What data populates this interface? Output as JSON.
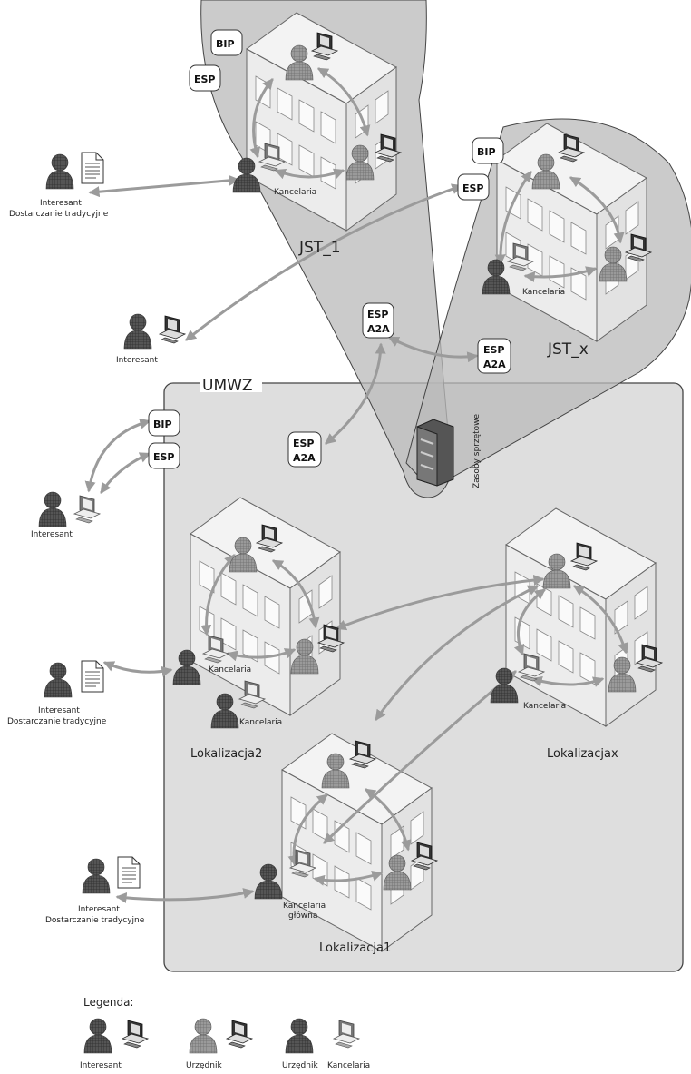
{
  "zones": {
    "jst1": "JST_1",
    "jstx": "JST_x",
    "umwz": "UMWZ"
  },
  "services": {
    "bip": "BIP",
    "esp": "ESP",
    "a2a": "A2A"
  },
  "locations": {
    "lok1": "Lokalizacja1",
    "lok2": "Lokalizacja2",
    "lokx": "Lokalizacjax"
  },
  "labels": {
    "kancelaria": "Kancelaria",
    "kancelaria_glowna_1": "Kancelaria",
    "kancelaria_glowna_2": "główna",
    "interesant": "Interesant",
    "dostarczanie": "Dostarczanie tradycyjne",
    "zasoby": "Zasoby sprzętowe"
  },
  "legend": {
    "title": "Legenda:",
    "interesant": "Interesant",
    "urzednik": "Urzędnik",
    "urzednik2": "Urzędnik",
    "kancelaria": "Kancelaria"
  }
}
